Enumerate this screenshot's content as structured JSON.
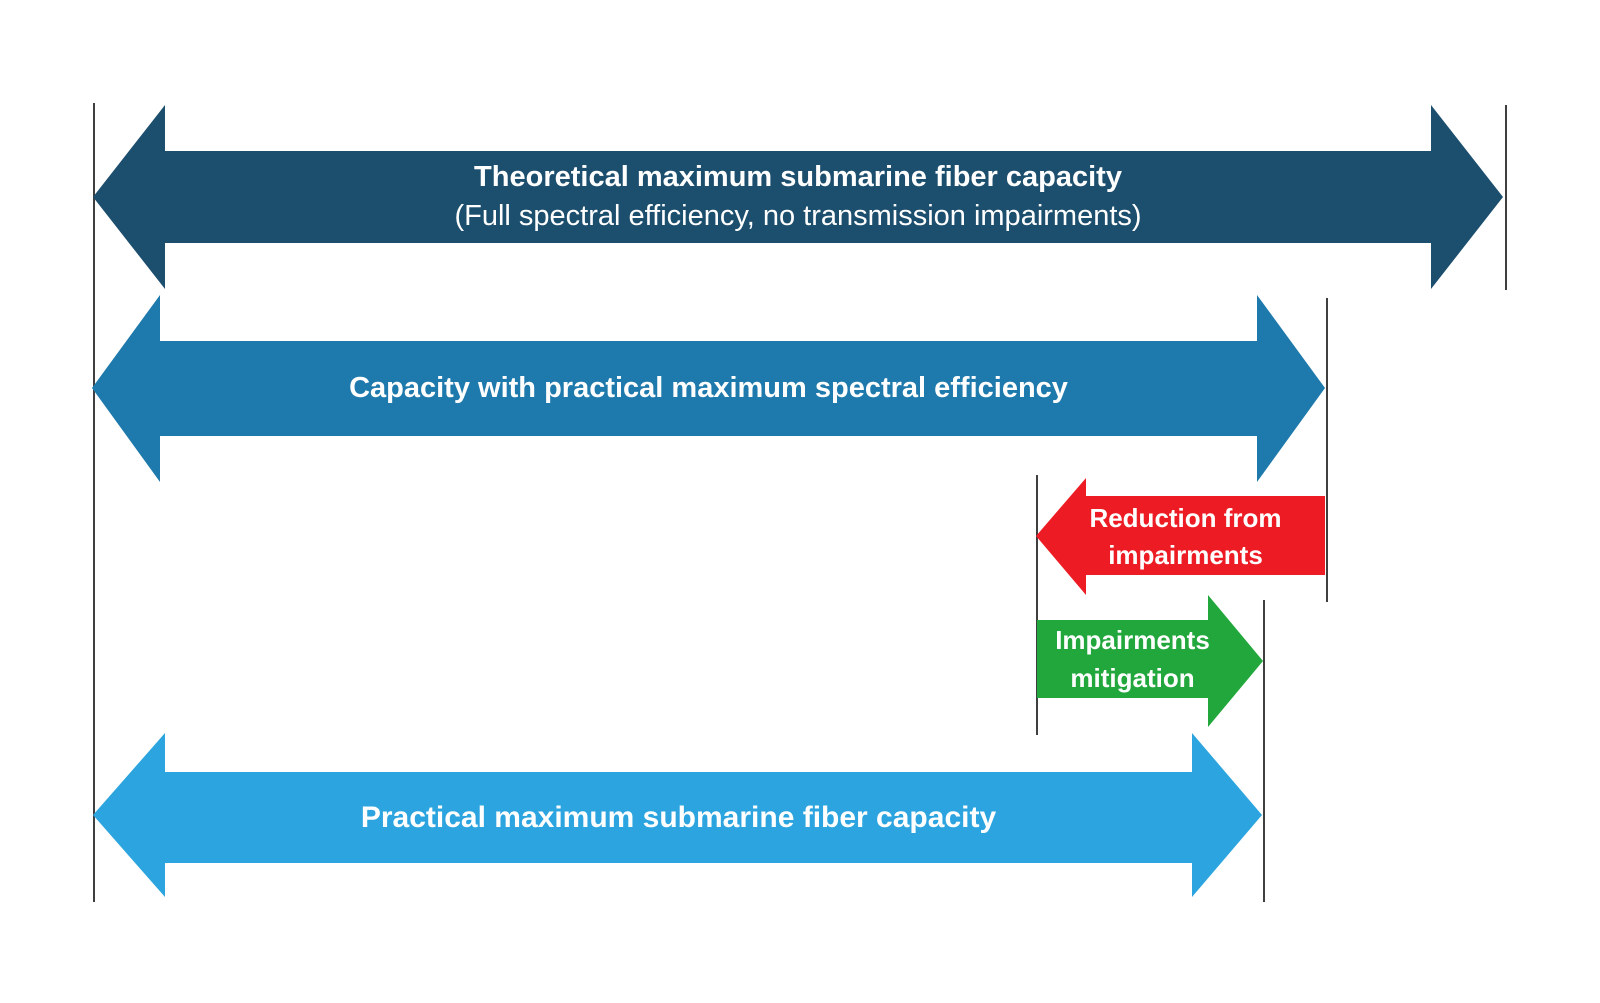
{
  "text_color": "#FFFFFF",
  "background_color": "#FFFFFF",
  "arrows": {
    "theoretical": {
      "line1": "Theoretical maximum submarine fiber capacity",
      "line2": "(Full spectral efficiency, no transmission impairments)",
      "color": "#1C4E6D",
      "direction": "double"
    },
    "practical_se": {
      "label": "Capacity with practical maximum spectral efficiency",
      "color": "#1E79AC",
      "direction": "double"
    },
    "reduction": {
      "line1": "Reduction from",
      "line2": "impairments",
      "color": "#ED1C24",
      "direction": "left"
    },
    "mitigation": {
      "line1": "Impairments",
      "line2": "mitigation",
      "color": "#21A73C",
      "direction": "right"
    },
    "practical": {
      "label": "Practical maximum submarine fiber capacity",
      "color": "#2BA4DF",
      "direction": "double"
    }
  },
  "guides": {
    "color": "#3F3F3F"
  }
}
